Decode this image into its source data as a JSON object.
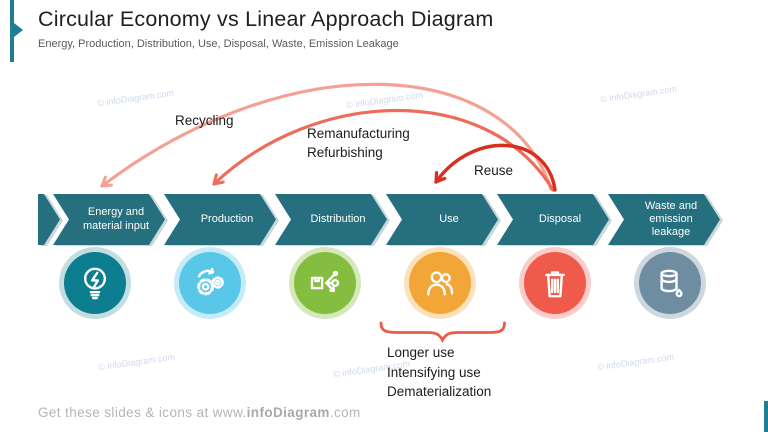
{
  "slide": {
    "title": "Circular Economy vs Linear Approach Diagram",
    "subtitle": "Energy, Production, Distribution, Use, Disposal, Waste, Emission Leakage",
    "footer_prefix": "Get these slides & icons at www.",
    "footer_brand": "infoDiagram",
    "footer_suffix": ".com",
    "watermark": "© infoDiagram.com"
  },
  "colors": {
    "chevron_teal": "#266F7F",
    "accent_bar": "#1E7F93",
    "recycling_arrow": "#F4A095",
    "remanufacturing_arrow": "#ED6C5B",
    "reuse_arrow": "#D7301F",
    "bracket": "#EF5948",
    "stage_circles": [
      "#0D7D90",
      "#59C7E8",
      "#84BD3F",
      "#F2A638",
      "#EF5A4B",
      "#6F8DA1"
    ]
  },
  "stages": [
    {
      "label": "Energy and material input",
      "icon": "lightbulb-bolt-icon",
      "circle_color": "#0D7D90"
    },
    {
      "label": "Production",
      "icon": "gears-icon",
      "circle_color": "#59C7E8"
    },
    {
      "label": "Distribution",
      "icon": "package-distribution-icon",
      "circle_color": "#84BD3F"
    },
    {
      "label": "Use",
      "icon": "people-icon",
      "circle_color": "#F2A638"
    },
    {
      "label": "Disposal",
      "icon": "trash-bin-icon",
      "circle_color": "#EF5A4B"
    },
    {
      "label": "Waste and emission leakage",
      "icon": "waste-container-leak-icon",
      "circle_color": "#6F8DA1"
    }
  ],
  "loops": [
    {
      "label": "Recycling",
      "from": "Disposal",
      "to": "Energy and material input"
    },
    {
      "label": "Remanufacturing",
      "label2": "Refurbishing",
      "from": "Disposal",
      "to": "Production"
    },
    {
      "label": "Reuse",
      "from": "Disposal",
      "to": "Use"
    }
  ],
  "use_note": {
    "line1": "Longer use",
    "line2": "Intensifying use",
    "line3": "Dematerialization"
  }
}
